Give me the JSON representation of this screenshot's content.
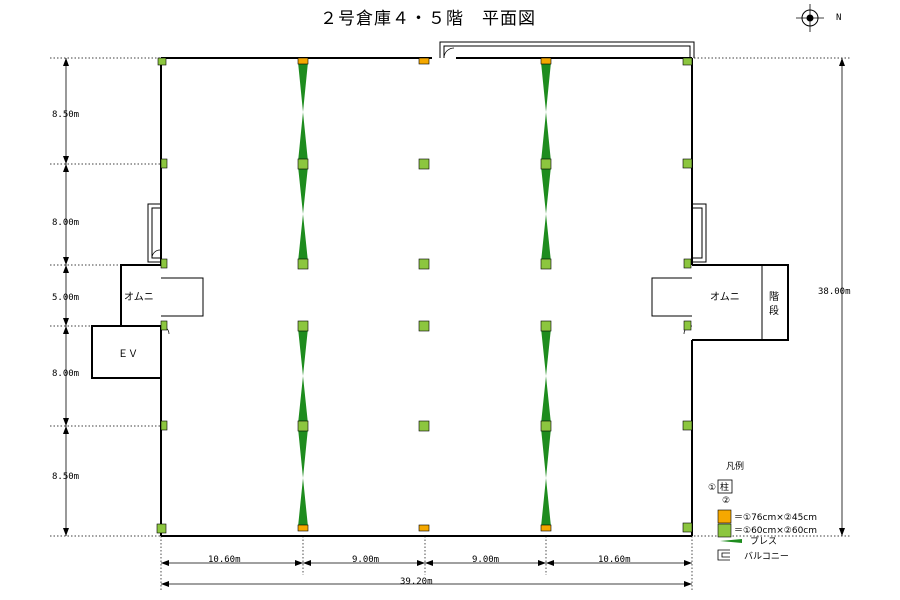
{
  "title": "２号倉庫４・５階　平面図",
  "north_label": "N",
  "dimensions": {
    "vertical": [
      "8.50m",
      "8.00m",
      "5.00m",
      "8.00m",
      "8.50m"
    ],
    "total_vertical": "38.00m",
    "horizontal": [
      "10.60m",
      "9.00m",
      "9.00m",
      "10.60m"
    ],
    "total_horizontal": "39.20m"
  },
  "rooms": {
    "omni_left": "オムニ",
    "omni_right": "オムニ",
    "ev": "ＥＶ",
    "stairs_line1": "階",
    "stairs_line2": "段"
  },
  "legend": {
    "title": "凡例",
    "column_symbol_top": "①",
    "column_symbol_char": "柱",
    "column_symbol_bottom": "②",
    "orange_item": "＝①76cm×②45cm",
    "green_item": "＝①60cm×②60cm",
    "brace_item": "ブレス",
    "balcony_item": "バルコニー"
  },
  "colors": {
    "column_orange": "#f5a800",
    "column_green": "#8cc63f",
    "brace_green": "#1e8c1e",
    "wall": "#000000"
  }
}
